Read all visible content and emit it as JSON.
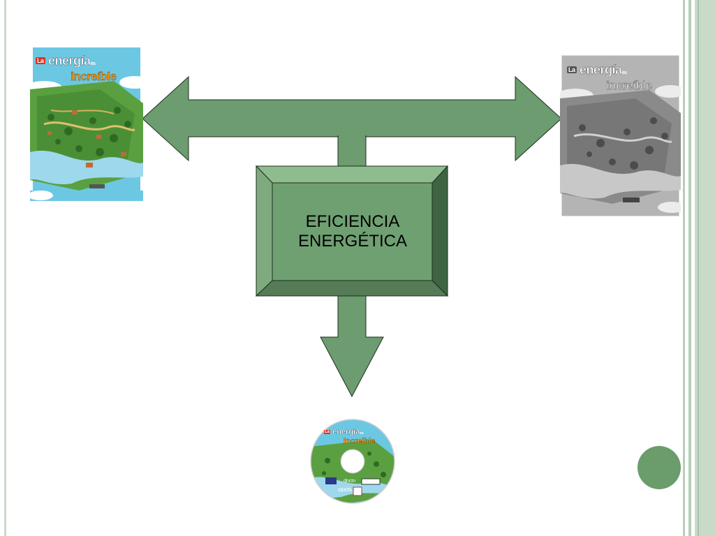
{
  "slide": {
    "center_box": {
      "line1": "EFICIENCIA",
      "line2": "ENERGÉTICA"
    },
    "cover_title": {
      "la": "La",
      "word1": "energía",
      "es": "es",
      "word2": "increíble"
    },
    "cd_logos": {
      "logo1": "dnctn",
      "logo2": "CESTA"
    },
    "colors": {
      "arrow_fill": "#6c9c6f",
      "box_face": "#6fa072",
      "box_light": "#8fbc8f",
      "box_dark": "#4a6f4c",
      "stripe": "#b7cdb8",
      "circle": "#6a9c6c"
    }
  }
}
